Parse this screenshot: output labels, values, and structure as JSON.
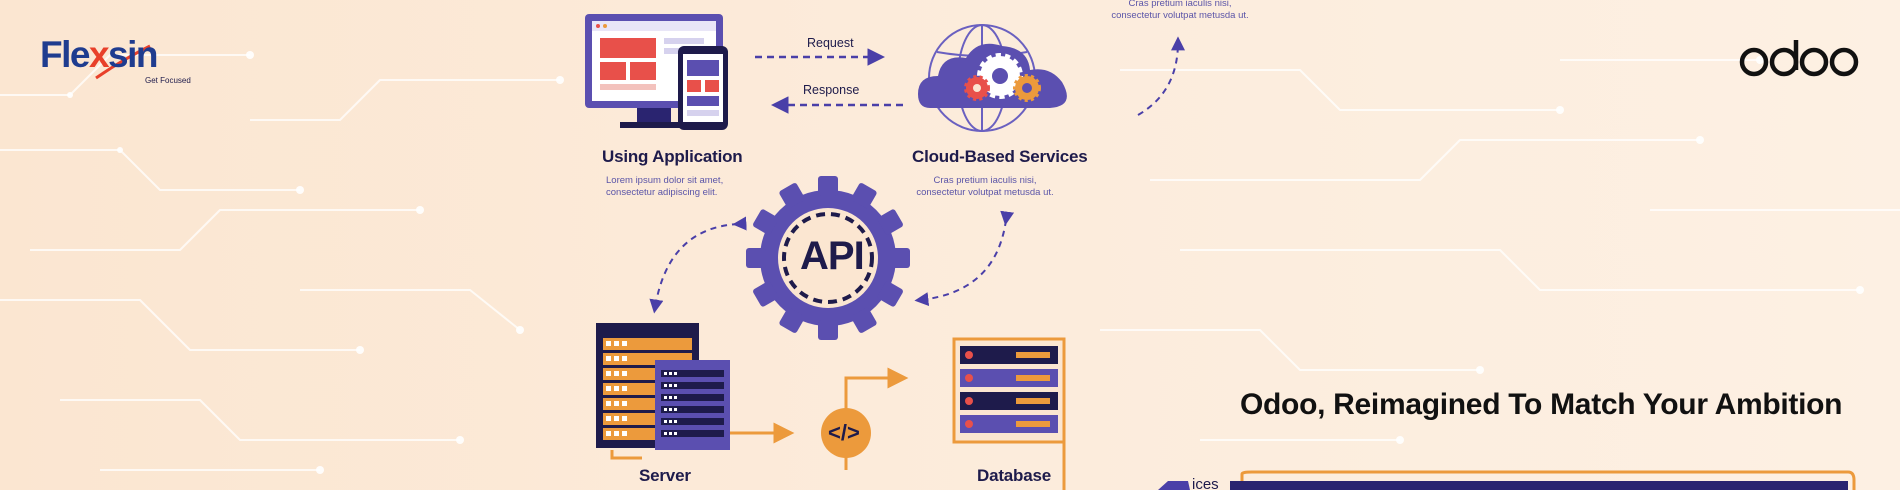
{
  "brand": {
    "name_part1": "Fle",
    "name_part2": "x",
    "name_part3": "sin",
    "tagline": "Get Focused",
    "partner": "odoo"
  },
  "headline": "Odoo, Reimagined To Match Your Ambition",
  "nodes": {
    "using_application": {
      "title": "Using Application",
      "desc_line1": "Lorem ipsum dolor sit amet,",
      "desc_line2": "consectetur adipiscing elit."
    },
    "cloud_services": {
      "title": "Cloud-Based Services",
      "desc_line1": "Cras pretium iaculis nisi,",
      "desc_line2": "consectetur volutpat metusda ut."
    },
    "api": {
      "title": "API"
    },
    "server": {
      "title": "Server"
    },
    "database": {
      "title": "Database"
    },
    "code": {
      "symbol": "</>"
    },
    "top_right_desc": {
      "line1": "Cras pretium iaculis nisi,",
      "line2": "consectetur volutpat metusda ut."
    },
    "partial_label": "ices"
  },
  "edges": {
    "request": "Request",
    "response": "Response"
  },
  "colors": {
    "navy": "#1e1b4b",
    "indigo": "#5b4fb0",
    "orange": "#ec9a3c",
    "red": "#e8504a",
    "flexsin_blue": "#1f3c8f",
    "flexsin_red": "#e8402a"
  }
}
